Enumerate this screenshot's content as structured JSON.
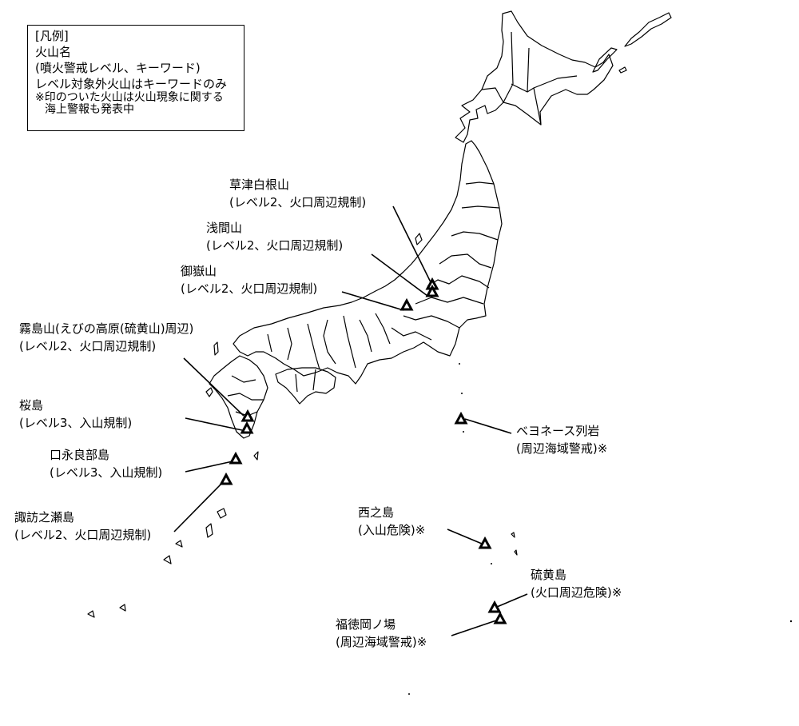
{
  "legend": {
    "title": "[凡例]",
    "line1": "火山名",
    "line2": "(噴火警戒レベル、キーワード)",
    "line3": "レベル対象外火山はキーワードのみ",
    "note_line1": "※印のついた火山は火山現象に関する",
    "note_line2": "海上警報も発表中"
  },
  "volcanoes": [
    {
      "name": "草津白根山",
      "status": "(レベル2、火口周辺規制)"
    },
    {
      "name": "浅間山",
      "status": "(レベル2、火口周辺規制)"
    },
    {
      "name": "御嶽山",
      "status": "(レベル2、火口周辺規制)"
    },
    {
      "name": "霧島山(えびの高原(硫黄山)周辺)",
      "status": "(レベル2、火口周辺規制)"
    },
    {
      "name": "桜島",
      "status": "(レベル3、入山規制)"
    },
    {
      "name": "口永良部島",
      "status": "(レベル3、入山規制)"
    },
    {
      "name": "諏訪之瀬島",
      "status": "(レベル2、火口周辺規制)"
    },
    {
      "name": "ベヨネース列岩",
      "status": "(周辺海域警戒)※"
    },
    {
      "name": "西之島",
      "status": "(入山危険)※"
    },
    {
      "name": "硫黄島",
      "status": "(火口周辺危険)※"
    },
    {
      "name": "福徳岡ノ場",
      "status": "(周辺海域警戒)※"
    }
  ],
  "colors": {
    "ink": "#000000",
    "background": "#ffffff"
  }
}
